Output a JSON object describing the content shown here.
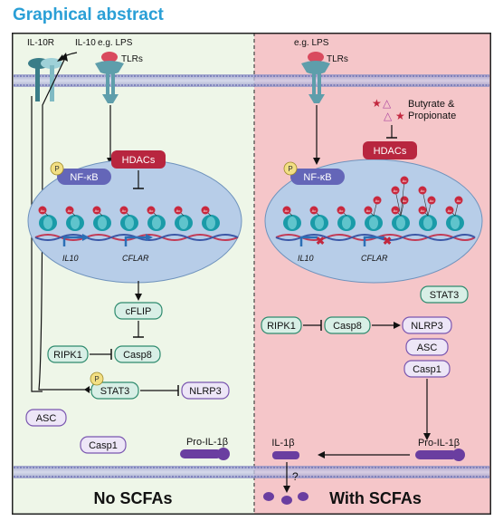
{
  "title": "Graphical abstract",
  "left": {
    "il10r": "IL-10R",
    "il10": "IL-10",
    "lps": "e.g. LPS",
    "tlrs": "TLRs",
    "hdacs": "HDACs",
    "p": "P",
    "nfkb": "NF-κB",
    "ac": "Ac",
    "gene1": "IL10",
    "gene2": "CFLAR",
    "cflip": "cFLIP",
    "ripk1": "RIPK1",
    "casp8": "Casp8",
    "stat3": "STAT3",
    "nlrp3": "NLRP3",
    "asc": "ASC",
    "casp1": "Casp1",
    "proil1b": "Pro-IL-1β",
    "footer": "No SCFAs"
  },
  "right": {
    "lps": "e.g. LPS",
    "tlrs": "TLRs",
    "butyrate": "Butyrate &",
    "propionate": "Propionate",
    "hdacs": "HDACs",
    "p": "P",
    "nfkb": "NF-κB",
    "ac": "Ac",
    "gene1": "IL10",
    "gene2": "CFLAR",
    "stat3": "STAT3",
    "ripk1": "RIPK1",
    "casp8": "Casp8",
    "nlrp3": "NLRP3",
    "asc": "ASC",
    "casp1": "Casp1",
    "il1b": "IL-1β",
    "proil1b": "Pro-IL-1β",
    "question": "?",
    "footer": "With SCFAs"
  },
  "colors": {
    "left_bg": "#eef6e8",
    "right_bg": "#f5c6c9",
    "nucleus": "#b7cde8",
    "receptor_teal": "#5e9eab",
    "lps_red": "#d94a5e",
    "hdac_red": "#b8263f",
    "teal_box": "#d8efe6",
    "purple_box": "#ede6f7",
    "title_blue": "#2a9fd6"
  },
  "icons": [
    "receptor-icon",
    "lps-icon",
    "star-icon",
    "triangle-icon",
    "question-icon",
    "phosphate-icon",
    "acetyl-icon",
    "dna-icon",
    "membrane-icon",
    "vesicle-icon"
  ]
}
